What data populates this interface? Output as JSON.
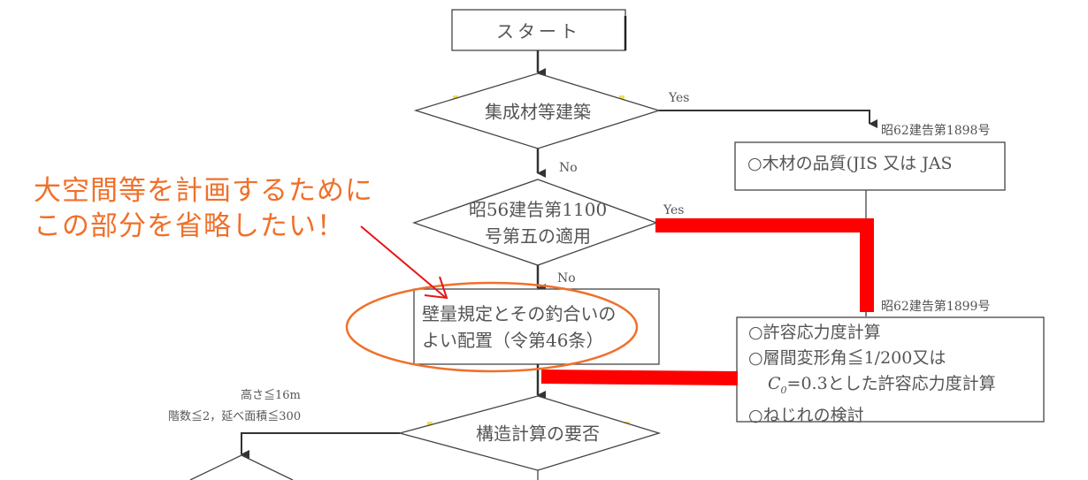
{
  "annotation": {
    "lines": [
      "大空間等を計画するために",
      "この部分を省略したい！"
    ],
    "color": "#f0702a",
    "arrow_color": "#e81414"
  },
  "nodes": {
    "start": "スタート",
    "decision_glulam": "集成材等建築",
    "decision_1100": [
      "昭56建告第1100",
      "号第五の適用"
    ],
    "wall_quantity": [
      "壁量規定とその釣合いの",
      "よい配置（令第46条）"
    ],
    "decision_structural_calc": "構造計算の要否",
    "wood_quality": "○木材の品質(JIS 又は JAS",
    "calc_box": {
      "line1": "○許容応力度計算",
      "line2": "○層間変形角≦1/200又は",
      "line3_var": "C",
      "line3_sub": "0",
      "line3_rest": "=0.3とした許容応力度計算",
      "line4": "○ねじれの検討"
    }
  },
  "edge_labels": {
    "glulam_yes": "Yes",
    "glulam_no": "No",
    "d1100_yes": "Yes",
    "d1100_no": "No",
    "notice_1898": "昭62建告第1898号",
    "notice_1899": "昭62建告第1899号",
    "height_cond": "高さ≦16m",
    "floors_cond": "階数≦2，延べ面積≦300"
  },
  "highlight": {
    "red_path_color": "#ff0000",
    "ellipse_color": "#f0702a"
  }
}
